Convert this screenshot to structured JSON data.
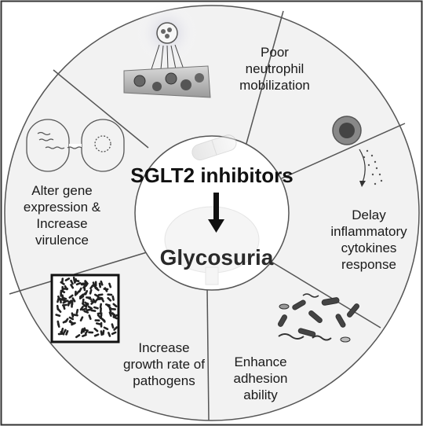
{
  "center": {
    "title": "SGLT2 inhibitors",
    "result": "Glycosuria"
  },
  "segments": [
    {
      "id": "neutrophil",
      "label": "Poor\nneutrophil\nmobilization"
    },
    {
      "id": "cytokines",
      "label": "Delay\ninflammatory\ncytokines\nresponse"
    },
    {
      "id": "adhesion",
      "label": "Enhance\nadhesion\nability"
    },
    {
      "id": "growth",
      "label": "Increase\ngrowth rate of\npathogens"
    },
    {
      "id": "virulence",
      "label": "Alter gene\nexpression &\nIncrease\nvirulence"
    }
  ],
  "colors": {
    "outer_fill": "#f2f2f2",
    "divider": "#555555",
    "center_fill": "#ffffff",
    "frame": "#333333",
    "arrow": "#111111"
  }
}
